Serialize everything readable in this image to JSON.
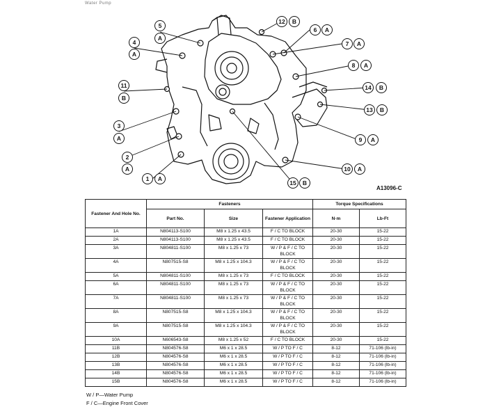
{
  "header": {
    "partial_title": "Water Pump"
  },
  "figure": {
    "id": "A13096-C",
    "callouts": [
      {
        "num": "1",
        "letter": "A"
      },
      {
        "num": "2",
        "letter": "A"
      },
      {
        "num": "3",
        "letter": "A"
      },
      {
        "num": "4",
        "letter": "A"
      },
      {
        "num": "5",
        "letter": "A"
      },
      {
        "num": "6",
        "letter": "A"
      },
      {
        "num": "7",
        "letter": "A"
      },
      {
        "num": "8",
        "letter": "A"
      },
      {
        "num": "9",
        "letter": "A"
      },
      {
        "num": "10",
        "letter": "A"
      },
      {
        "num": "11",
        "letter": "B"
      },
      {
        "num": "12",
        "letter": "B"
      },
      {
        "num": "13",
        "letter": "B"
      },
      {
        "num": "14",
        "letter": "B"
      },
      {
        "num": "15",
        "letter": "B"
      }
    ]
  },
  "table": {
    "headers": {
      "hole": "Fastener And Hole No.",
      "fasteners": "Fasteners",
      "torque": "Torque Specifications",
      "part_no": "Part No.",
      "size": "Size",
      "application": "Fastener Application",
      "nm": "N·m",
      "lbft": "Lb-Ft"
    },
    "rows": [
      {
        "hole": "1A",
        "part": "N804113-S100",
        "size": "M8 x 1.25 x 43.5",
        "app": "F / C TO BLOCK",
        "nm": "20-30",
        "lbft": "15-22"
      },
      {
        "hole": "2A",
        "part": "N804113-S100",
        "size": "M8 x 1.25 x 43.5",
        "app": "F / C TO BLOCK",
        "nm": "20-30",
        "lbft": "15-22"
      },
      {
        "hole": "3A",
        "part": "N804811-S100",
        "size": "M8 x 1.25 x 73",
        "app": "W / P & F / C TO BLOCK",
        "nm": "20-30",
        "lbft": "15-22"
      },
      {
        "hole": "4A",
        "part": "N807515-S8",
        "size": "M8 x 1.25 x 104.3",
        "app": "W / P & F / C TO BLOCK",
        "nm": "20-30",
        "lbft": "15-22"
      },
      {
        "hole": "5A",
        "part": "N804811-S100",
        "size": "M8 x 1.25 x 73",
        "app": "F / C TO BLOCK",
        "nm": "20-30",
        "lbft": "15-22"
      },
      {
        "hole": "6A",
        "part": "N804811-S100",
        "size": "M8 x 1.25 x 73",
        "app": "W / P & F / C TO BLOCK",
        "nm": "20-30",
        "lbft": "15-22"
      },
      {
        "hole": "7A",
        "part": "N804811-S100",
        "size": "M8 x 1.25 x 73",
        "app": "W / P & F / C TO BLOCK",
        "nm": "20-30",
        "lbft": "15-22"
      },
      {
        "hole": "8A",
        "part": "N807515-S8",
        "size": "M8 x 1.25 x 104.3",
        "app": "W / P & F / C TO BLOCK",
        "nm": "20-30",
        "lbft": "15-22"
      },
      {
        "hole": "9A",
        "part": "N807515-S8",
        "size": "M8 x 1.25 x 104.3",
        "app": "W / P & F / C TO BLOCK",
        "nm": "20-30",
        "lbft": "15-22"
      },
      {
        "hole": "10A",
        "part": "N606543-S8",
        "size": "M8 x 1.25 x 52",
        "app": "F / C TO BLOCK",
        "nm": "20-30",
        "lbft": "15-22"
      },
      {
        "hole": "11B",
        "part": "N804576-S8",
        "size": "M6 x 1 x 28.5",
        "app": "W / P TO F / C",
        "nm": "8-12",
        "lbft": "71-106 (lb-in)"
      },
      {
        "hole": "12B",
        "part": "N804576-S8",
        "size": "M6 x 1 x 28.5",
        "app": "W / P TO F / C",
        "nm": "8-12",
        "lbft": "71-106 (lb-in)"
      },
      {
        "hole": "13B",
        "part": "N804576-S8",
        "size": "M6 x 1 x 28.5",
        "app": "W / P TO F / C",
        "nm": "8-12",
        "lbft": "71-106 (lb-in)"
      },
      {
        "hole": "14B",
        "part": "N804576-S8",
        "size": "M6 x 1 x 28.5",
        "app": "W / P TO F / C",
        "nm": "8-12",
        "lbft": "71-106 (lb-in)"
      },
      {
        "hole": "15B",
        "part": "N804576-S8",
        "size": "M6 x 1 x 28.5",
        "app": "W / P TO F / C",
        "nm": "8-12",
        "lbft": "71-106 (lb-in)"
      }
    ]
  },
  "legend": {
    "wp": "W / P—Water Pump",
    "fc": "F / C—Engine Front Cover"
  }
}
